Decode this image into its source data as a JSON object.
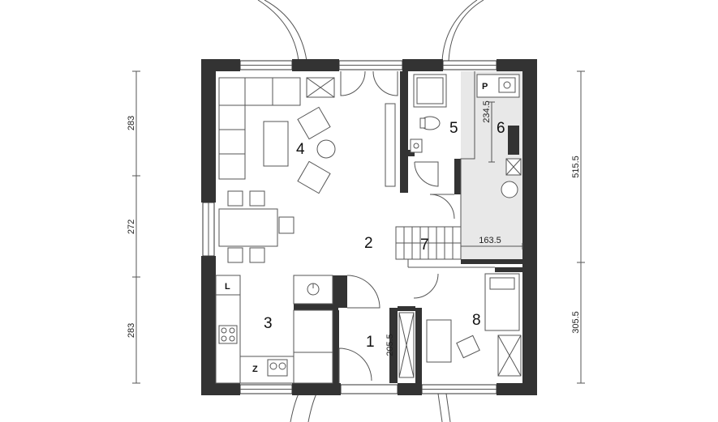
{
  "rooms": [
    {
      "number": "1"
    },
    {
      "number": "2"
    },
    {
      "number": "3"
    },
    {
      "number": "4"
    },
    {
      "number": "5"
    },
    {
      "number": "6"
    },
    {
      "number": "7"
    },
    {
      "number": "8"
    }
  ],
  "dimensions": {
    "left": [
      "283",
      "272",
      "283"
    ],
    "right": [
      "515.5",
      "305.5"
    ],
    "interior": [
      "234.5",
      "163.5",
      "205.5"
    ]
  },
  "labels": {
    "fridge": "L",
    "sink": "Z",
    "pantry": "P"
  },
  "colors": {
    "wall": "#333333",
    "room6_fill": "#e8e8e8"
  }
}
